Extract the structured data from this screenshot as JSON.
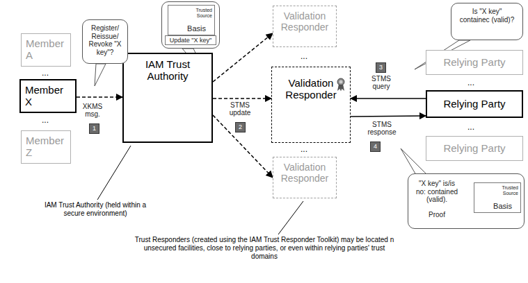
{
  "diagram": {
    "nodes": [
      {
        "text": [
          "Member A"
        ]
      },
      {
        "text": [
          "Member X"
        ]
      },
      {
        "text": [
          "Member Z"
        ]
      },
      {
        "text": [
          "IAM Trust Authority"
        ]
      },
      {
        "text": [
          "Validation Responder"
        ]
      },
      {
        "text": [
          "Validation Responder"
        ]
      },
      {
        "text": [
          "Validation Responder"
        ]
      },
      {
        "text": [
          "Relying Party"
        ]
      },
      {
        "text": [
          "Relying Party"
        ]
      },
      {
        "text": [
          "Relying Party"
        ]
      },
      {
        "text": [
          "Register/ Reissue/ Revoke \"X key\"?"
        ]
      },
      {
        "text": [
          "Update \"X key\""
        ]
      },
      {
        "text": [
          "Trusted Source",
          "Basis"
        ],
        "in": 11
      },
      {
        "text": [
          "Is \"X key\" containec (valid)?"
        ]
      },
      {
        "text": [
          "\"X key\" is/is no: contained (valid).",
          "Proof"
        ]
      },
      {
        "text": [
          "Trusted Source",
          "Basis"
        ],
        "in": 14
      }
    ],
    "edges": [
      {
        "from": 1,
        "to": 3,
        "label": "XKMS msg.",
        "arrow": "to"
      },
      {
        "from": 3,
        "to": 4,
        "arrow": "to"
      },
      {
        "from": 3,
        "to": 5,
        "label": "STMS update",
        "arrow": "to"
      },
      {
        "from": 3,
        "to": 6,
        "arrow": "to"
      },
      {
        "from": 8,
        "to": 5,
        "label": "STMS query",
        "arrow": "to"
      },
      {
        "from": 5,
        "to": 8,
        "label": "STMS response",
        "arrow": "to"
      }
    ],
    "labels": [
      "...",
      "...",
      "1",
      "2",
      "3",
      "4",
      "...",
      "...",
      "...",
      "...",
      "IAM Trust Authority (held within a secure environment)",
      "Trust Responders (created using the IAM Trust Responder Toolkit) may be located n unsecured facilities, close to relying parties, or even within relying parties' trust domains"
    ]
  }
}
